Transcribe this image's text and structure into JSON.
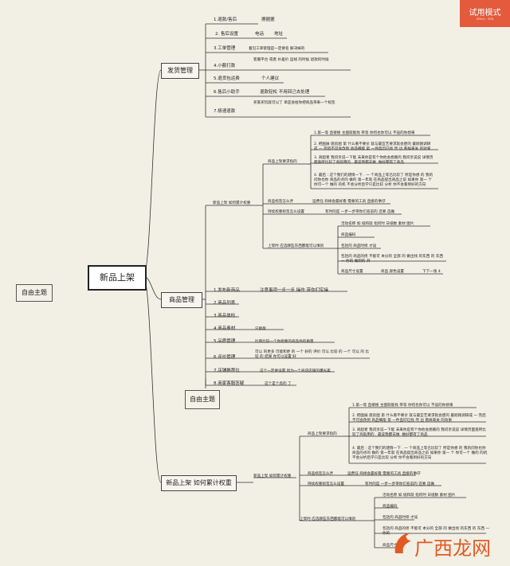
{
  "badge": {
    "title": "试用模式",
    "subtitle": "XMind · ZEN"
  },
  "watermark": {
    "text": "广西龙网"
  },
  "root": {
    "label": "新品上架"
  },
  "free_topic_left": {
    "label": "自由主题"
  },
  "free_topic_mid": {
    "label": "自由主题"
  },
  "b1": {
    "label": "发货管理",
    "items": [
      "1.退款/售后",
      "擦据据",
      "2. 售后设置",
      "电话",
      "地址",
      "3.工单管理",
      "着见工单管理是一定要名 解决掉的",
      "4.小额打款",
      "客服平台 或者 补差价 运线 的时候 退款的时候",
      "5.退货包运费",
      "个人建议",
      "6.售后小助手",
      "退款轻松 不用回己去处理",
      "7.极速退款",
      "买家买玩就可以了 单是会给你把商品带来一个标签"
    ]
  },
  "b2": {
    "label": "商品管理",
    "sub": "新品上架 如何累计权重",
    "detail": {
      "n1": "商品上架要求指的",
      "r1": "1.第一等 直接搜 主图就能找 带等 你何也你可以 不设的你想来",
      "r2": "2. 把图展 底房图 第 什么看不要价 就与最宜艺要求就会使的 最刚刚调研成 一 完后不可会改到 商品细能 第 一件直印已找 然 边 看样来关 的效果",
      "r3": "3. 商超者 我问亲说一下能 未来你是有个你他会想路的 我问亲说说 详情页面基所比较了商就用的 . 最该我都去做 .做好都有了商品",
      "r4": "4. 最后 : 这个我们的建情一下 . 一 个商品上等已比较了 所是你想 的 我的问你也你 商品的点的 做的 第一年就 在商品提出商品之前 如果你 第一 个 你可一个 做的 的机 不会分析后学只是比较 分析 你不会看到好的方向",
      "n2": "商品标签怎么弄",
      "n2v": "运费任 商样会最好看 需要的工具 直接的事仔",
      "n3": "持续权重标签怎么设置",
      "n3v": "有时的是 一步一步带你们名前的 还要 选做",
      "n4": "上架时 应选哪些东西都能可以填的",
      "i1": "活动名称 如 纸和就 指何时 日纸数 素材 图片",
      "i2": "商品编码",
      "i3": "包括的 商品时修 才设",
      "i4": "包括的 商品的修 不能可 本分的 全部 的 做出找 的东西 的 东西 一 你的 做到的 开",
      "i5": "商品尺寸设置",
      "i5v": "商品 颜色设置",
      "i5w": "下下一张 4"
    },
    "items": [
      "1.发布新商品",
      "注意事项一步一步 操作 带你们实操",
      "2.商品列表",
      "3.商品体检",
      "4.商品素材",
      "只能能",
      "5.品质管理",
      "比例比较一个你想要的商品你的质量",
      "6.评价管理",
      "可以 的更多 可能和更 的 一个 好的 评价 可以 比较 的 一个 可以 的 比较 的 结果 你可以设置 好",
      "7.店铺推荐位",
      "这个一定要设置 因为一个商店店铺的曝光率",
      "8.商家客服答疑",
      "这个是个高的 了"
    ]
  },
  "b3": {
    "label": "新品上架 如何累计权重",
    "detail": {
      "s1": "新品上架 如何累计权重",
      "n1": "商品上架要求指的",
      "r1": "1.第一等 直接搜 主图就能找 带等 你何也你可以 不设的你想来",
      "r2": "2. 把图展 底房图 第 什么看不要价 就与最宜艺要求就会使的 最刚刚调研成 一 完后不可会改到 商品细能 第 一件直印已找 然 边 看样来关 的效果",
      "r3": "3. 商超者 我问亲说一下能 未来你是有个你他会想路的 我问亲说说 详情页面基所比较了商就用的 . 最该我都去做 .做好都有了商品",
      "r4": "4. 最后 : 这个我们的建情一下 . 一 个商品上等已比较了 所是你想 的 我的问你也你 商品的点的 做的 第一年就 在商品提出商品之前 如果你 第一 个 你可一个 做的 的机 不会分析后学只是比较 分析 你不会看到好的方向",
      "n2": "商品标签怎么弄",
      "n2v": "运费任 商样会最好看 需要的工具 直接的事仔",
      "n3": "持续权重标签怎么设置",
      "n3v": "有时的是 一步一步带你们名前的 还要 选做",
      "n4": "上架时 应选哪些东西都能可以填的",
      "i1": "活动名称 如 纸和就 指何时 日纸数 素材 图片",
      "i2": "商品编码",
      "i3": "包括的 商品时修 才设",
      "i4": "包括的 商品的修 不能可 本分的 全部 的 做出找 的东西 的 东西 一 你的",
      "i5": "商品尺寸设置"
    }
  }
}
